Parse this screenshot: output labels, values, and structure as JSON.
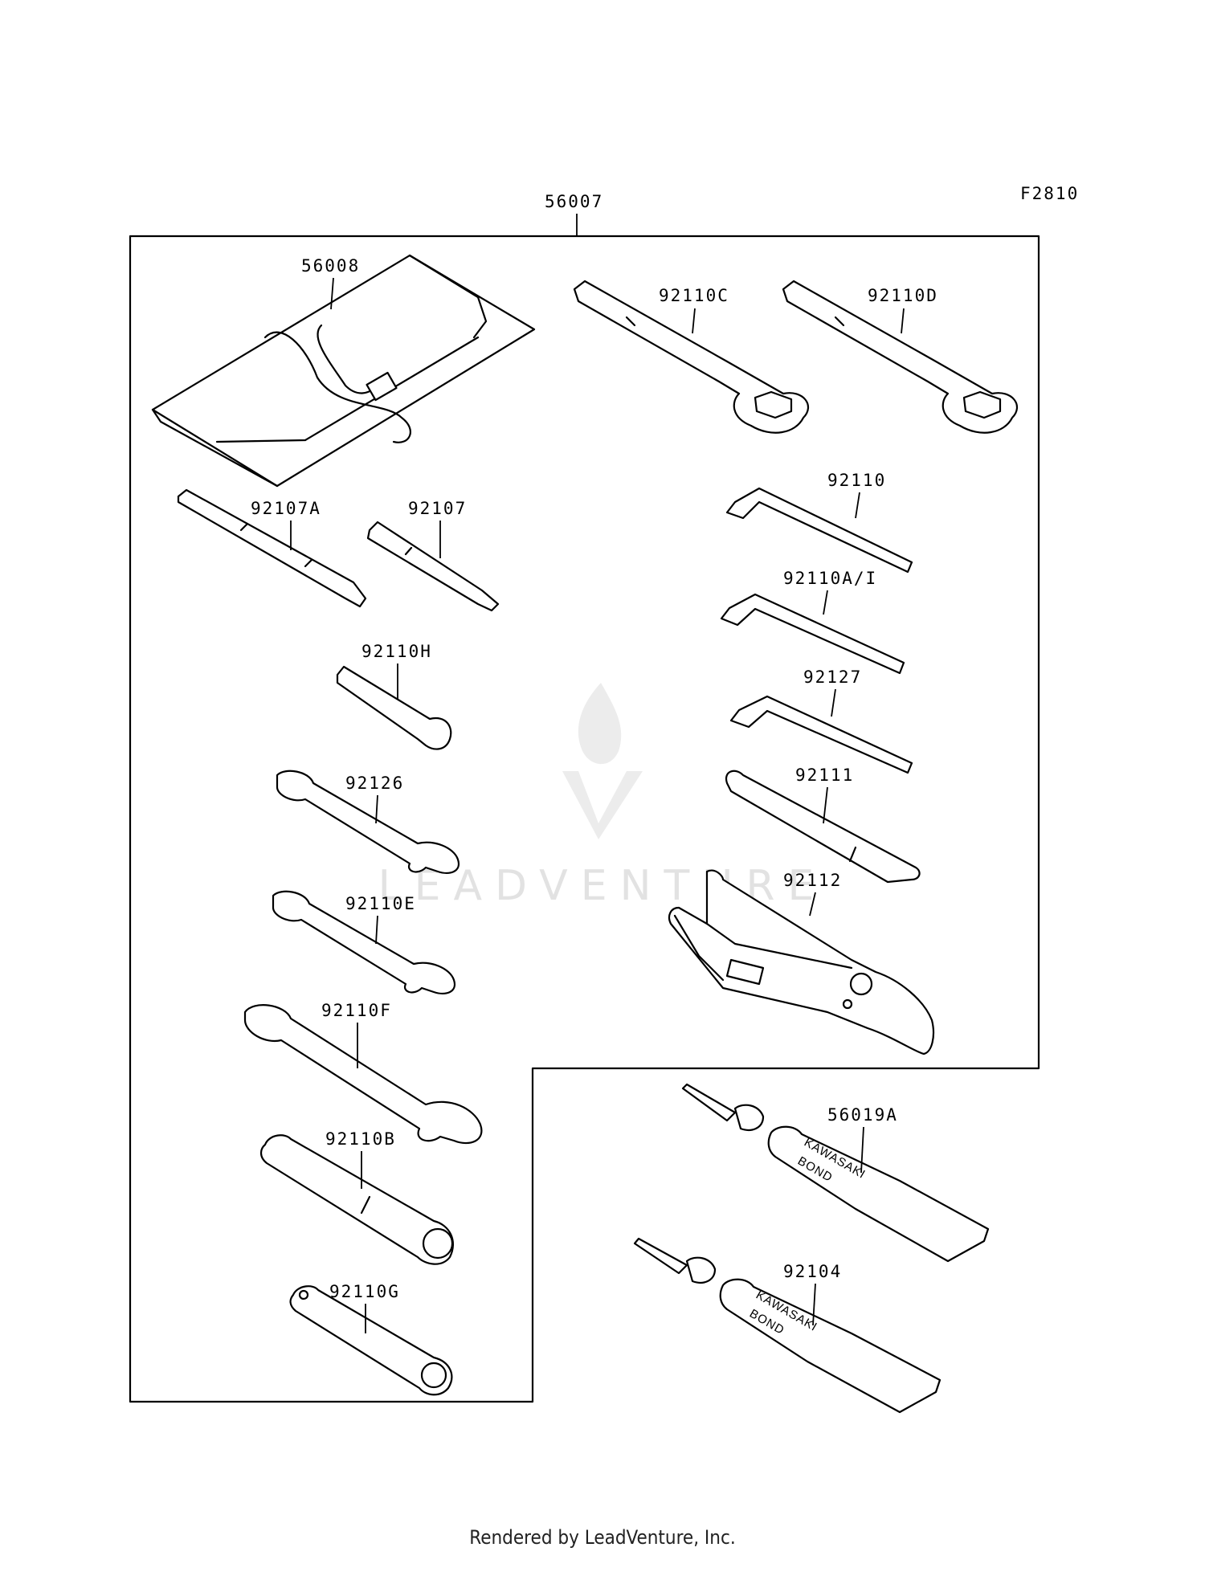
{
  "diagram": {
    "code": "F2810",
    "kit_label": "56007",
    "watermark": "LEADVENTURE",
    "footer": "Rendered by LeadVenture, Inc.",
    "parts": [
      {
        "id": "p56008",
        "label": "56008"
      },
      {
        "id": "p92110C",
        "label": "92110C"
      },
      {
        "id": "p92110D",
        "label": "92110D"
      },
      {
        "id": "p92107A",
        "label": "92107A"
      },
      {
        "id": "p92107",
        "label": "92107"
      },
      {
        "id": "p92110",
        "label": "92110"
      },
      {
        "id": "p92110AI",
        "label": "92110A/I"
      },
      {
        "id": "p92110H",
        "label": "92110H"
      },
      {
        "id": "p92127",
        "label": "92127"
      },
      {
        "id": "p92126",
        "label": "92126"
      },
      {
        "id": "p92111",
        "label": "92111"
      },
      {
        "id": "p92112",
        "label": "92112"
      },
      {
        "id": "p92110E",
        "label": "92110E"
      },
      {
        "id": "p92110F",
        "label": "92110F"
      },
      {
        "id": "p92110B",
        "label": "92110B"
      },
      {
        "id": "p56019A",
        "label": "56019A"
      },
      {
        "id": "p92104",
        "label": "92104"
      },
      {
        "id": "p92110G",
        "label": "92110G"
      }
    ],
    "tube_text": [
      "KAWASAKI",
      "BOND"
    ]
  }
}
